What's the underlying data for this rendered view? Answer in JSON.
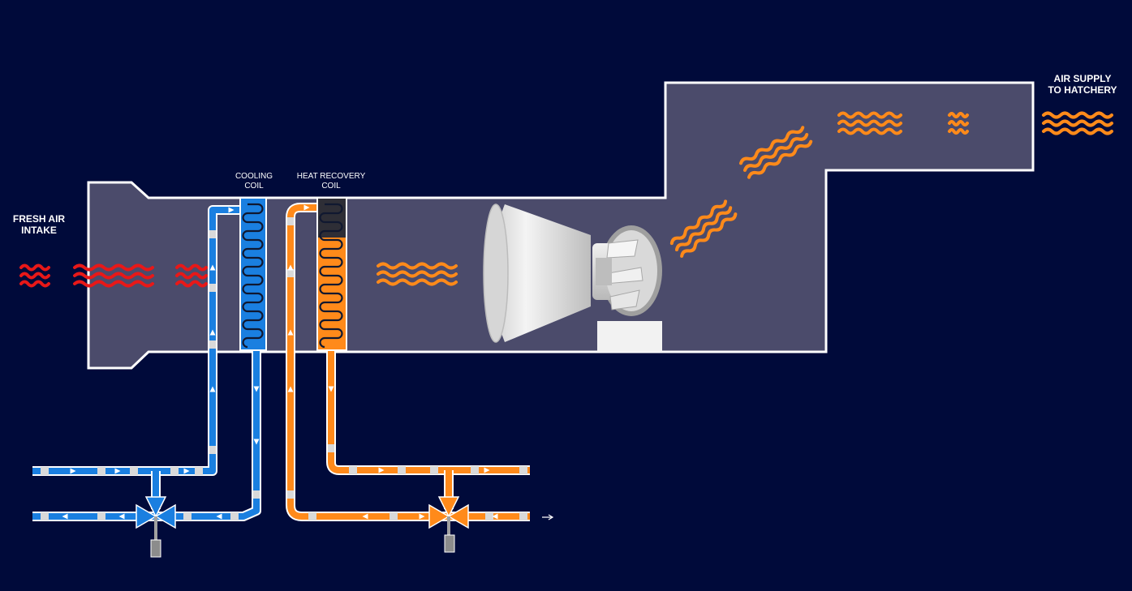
{
  "labels": {
    "intake_line1": "FRESH AIR",
    "intake_line2": "INTAKE",
    "supply_line1": "AIR SUPPLY",
    "supply_line2": "TO HATCHERY",
    "cooling_line1": "COOLING",
    "cooling_line2": "COIL",
    "heat_line1": "HEAT RECOVERY",
    "heat_line2": "COIL"
  },
  "colors": {
    "background": "#000a3a",
    "duct": "#4b4b6b",
    "duct_outline": "#ffffff",
    "cold_water": "#1a7fe0",
    "warm_water": "#ff8a1a",
    "hot_air": "#e81818",
    "warm_air": "#ff8a1a",
    "fan": "#e6e6e6",
    "spent_coil": "#2e2e36"
  },
  "icons": [
    "fan-icon",
    "three-way-valve-icon",
    "actuator-icon",
    "flow-arrow-icon",
    "air-wave-icon"
  ]
}
